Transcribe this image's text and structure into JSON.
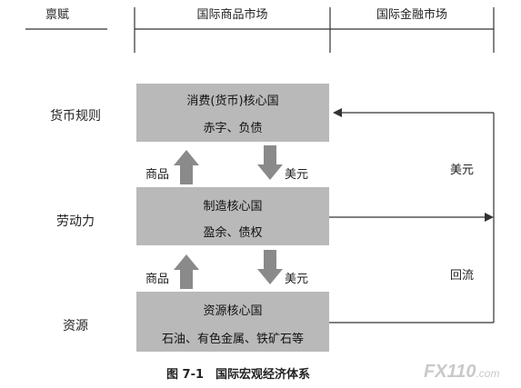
{
  "header": {
    "col_endowment": "禀赋",
    "col_goods_market": "国际商品市场",
    "col_financial_market": "国际金融市场"
  },
  "rows": {
    "currency_rules": "货币规则",
    "labor": "劳动力",
    "resources": "资源"
  },
  "boxes": {
    "consumption_core": {
      "title": "消费(货币)核心国",
      "subtitle": "赤字、负债"
    },
    "manufacturing_core": {
      "title": "制造核心国",
      "subtitle": "盈余、债权"
    },
    "resource_core": {
      "title": "资源核心国",
      "subtitle": "石油、有色金属、铁矿石等"
    }
  },
  "flows": {
    "goods_upper": "商品",
    "dollar_upper": "美元",
    "goods_lower": "商品",
    "dollar_lower": "美元",
    "dollar_right": "美元",
    "backflow": "回流"
  },
  "caption": "图 7-1　国际宏观经济体系",
  "watermark": {
    "brand": "FX110",
    "suffix": ".com"
  },
  "colors": {
    "box_fill": "#b9b9b9",
    "arrow_fill": "#8a8a8a",
    "line": "#333333"
  }
}
